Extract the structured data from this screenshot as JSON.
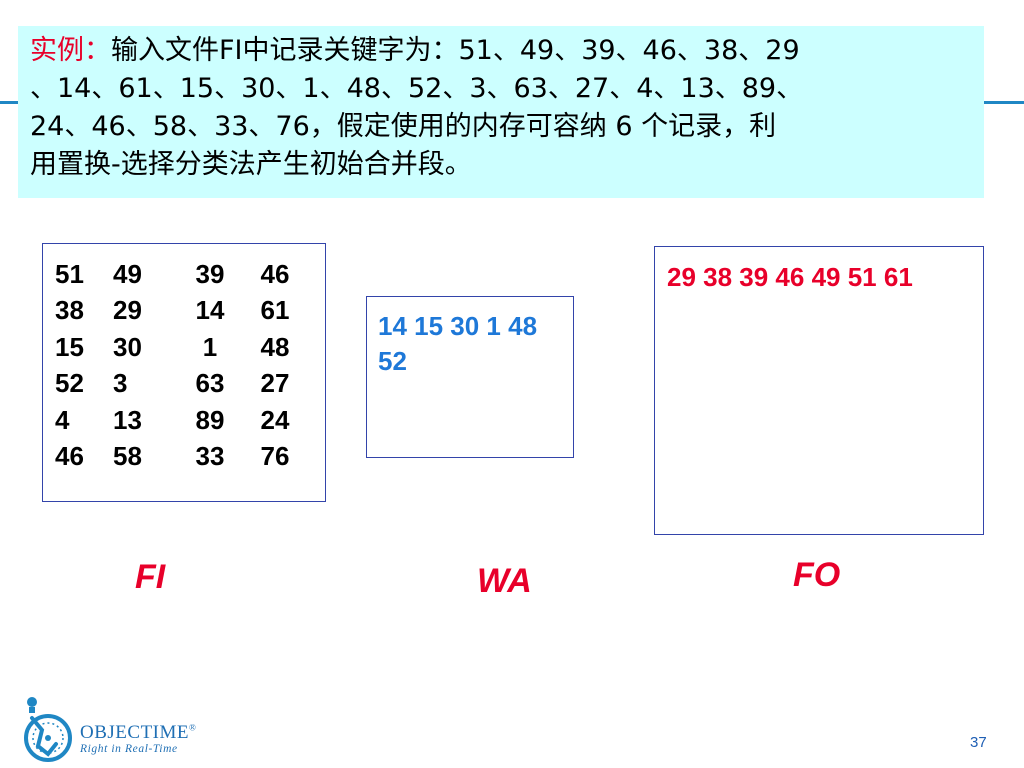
{
  "problem": {
    "label": "实例：",
    "line1": "输入文件FI中记录关键字为：51、49、39、46、38、29",
    "line2": "、14、61、15、30、1、48、52、3、63、27、4、13、89、",
    "line3": "24、46、58、33、76，假定使用的内存可容纳 6 个记录，利",
    "line4": "用置换-选择分类法产生初始合并段。"
  },
  "fi": {
    "rows": [
      [
        "51",
        "49",
        "39",
        "46"
      ],
      [
        "38",
        "29",
        "14",
        "61"
      ],
      [
        "15",
        "30",
        "1",
        "48"
      ],
      [
        "52",
        "3",
        "63",
        "27"
      ],
      [
        "4",
        "13",
        "89",
        "24"
      ],
      [
        "46",
        "58",
        "33",
        "76"
      ]
    ],
    "caption": "FI"
  },
  "wa": {
    "content": "14 15  30 1 48 52",
    "caption": "WA"
  },
  "fo": {
    "content": "29 38 39 46 49 51 61",
    "caption": "FO"
  },
  "footer": {
    "logo_name": "OBJECTIME",
    "logo_reg": "®",
    "logo_tagline": "Right in Real-Time",
    "page_number": "37"
  },
  "colors": {
    "accent_red": "#e8002a",
    "accent_blue": "#1e78d8",
    "panel_bg": "#ccffff",
    "rule_blue": "#1f87c4"
  }
}
